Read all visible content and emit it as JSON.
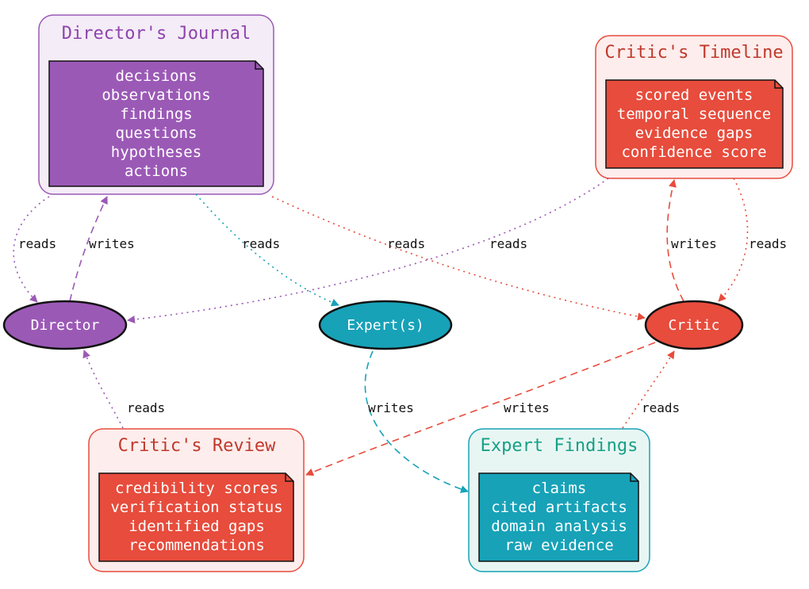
{
  "colors": {
    "purple": "#9b59b6",
    "purple_light": "#f4ecf7",
    "red": "#e74c3c",
    "red_light": "#fdedec",
    "teal": "#17a2b8",
    "teal_light": "#e8f6f3",
    "teal_title": "#16a085"
  },
  "stores": {
    "directors_journal": {
      "title": "Director's Journal",
      "items": [
        "decisions",
        "observations",
        "findings",
        "questions",
        "hypotheses",
        "actions"
      ]
    },
    "critics_timeline": {
      "title": "Critic's Timeline",
      "items": [
        "scored events",
        "temporal sequence",
        "evidence gaps",
        "confidence score"
      ]
    },
    "critics_review": {
      "title": "Critic's Review",
      "items": [
        "credibility scores",
        "verification status",
        "identified gaps",
        "recommendations"
      ]
    },
    "expert_findings": {
      "title": "Expert Findings",
      "items": [
        "claims",
        "cited artifacts",
        "domain analysis",
        "raw evidence"
      ]
    }
  },
  "agents": {
    "director": "Director",
    "experts": "Expert(s)",
    "critic": "Critic"
  },
  "edges": {
    "journal_director_reads": "reads",
    "director_journal_writes": "writes",
    "journal_experts_reads": "reads",
    "journal_critic_reads": "reads",
    "timeline_director_reads": "reads",
    "critic_timeline_writes": "writes",
    "timeline_critic_reads": "reads",
    "review_director_reads": "reads",
    "experts_findings_writes": "writes",
    "critic_review_writes": "writes",
    "findings_critic_reads": "reads"
  }
}
